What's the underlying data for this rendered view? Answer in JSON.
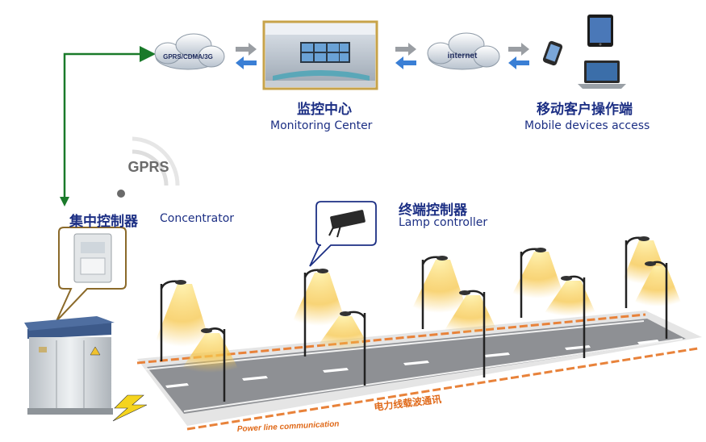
{
  "network": {
    "gprs_cloud_label": "GPRS/CDMA/3G",
    "internet_cloud_label": "internet",
    "gprs_signal_label": "GPRS"
  },
  "monitoring_center": {
    "label_zh": "监控中心",
    "label_en": "Monitoring Center"
  },
  "mobile": {
    "label_zh": "移动客户操作端",
    "label_en": "Mobile devices access"
  },
  "concentrator": {
    "label_zh": "集中控制器",
    "label_en": "Concentrator"
  },
  "lamp_controller": {
    "label_zh": "终端控制器",
    "label_en": "Lamp controller"
  },
  "power_line": {
    "label_en": "Power line communication",
    "label_zh": "电力线载波通讯"
  },
  "colors": {
    "label_blue": "#1c2f84",
    "arrow_green": "#1a7a2a",
    "arrow_blue": "#3a7fd5",
    "road": "#8e9094",
    "cable": "#e8823a"
  }
}
